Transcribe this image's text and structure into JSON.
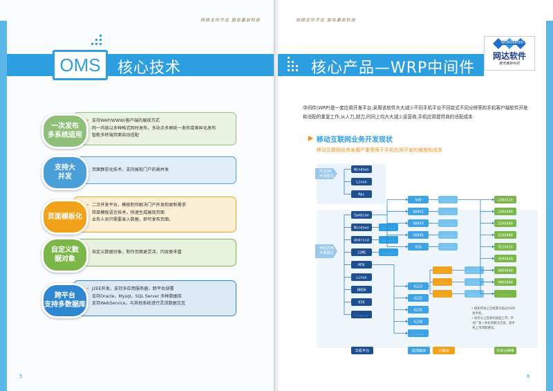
{
  "left_page": {
    "tagline": "网络无所不在 服务最新科技",
    "oms_label": "OMS",
    "title": "核心技术",
    "page_number": "5",
    "items": [
      {
        "pill": "一次发布\n多系统适用",
        "color": "#8fbf78",
        "card_bg": "#eaf3e1",
        "points": [
          "支持WAP/WWW/客户端的展现方式",
          "同一内容以多种格式同时发布，多站点多屏统一发布或差异化发布",
          "智能多终端页面自动适配"
        ]
      },
      {
        "pill": "支持大\n并发",
        "color": "#4a9fd8",
        "card_bg": "#e1eef8",
        "points": [
          "页面静态化技术，支持展现门户的高并发"
        ]
      },
      {
        "pill": "页面模板化",
        "color": "#f0a21a",
        "card_bg": "#fbefd6",
        "points": [
          "二次开发平台，模板制作解决门户开发和更新需求",
          "简单模板语言技术，快速生成展现页面",
          "业务人员只需要录入数据，即可发布页面。"
        ]
      },
      {
        "pill": "自定义数\n据对象",
        "color": "#7ab648",
        "card_bg": "#e8f2dc",
        "points": [
          "自定义数据对象，制作页面更灵活，内容更丰富"
        ]
      },
      {
        "pill": "跨平台\n支持多数据库",
        "color": "#2f86d1",
        "card_bg": "#dce9f7",
        "points": [
          "J2EE开发，支持多应用服务器，跨平台部署",
          "支持Oracle、Mysql、SQL Server 多种数据库",
          "支持WebService，与其他系统进行灵活数据交互"
        ]
      }
    ]
  },
  "right_page": {
    "tagline": "网络无所不在 服务最新科技",
    "title": "核心产品—WRP中间件",
    "page_number": "6",
    "logo": {
      "brand": "WONDERTEK",
      "name": "网达软件",
      "slogan": "服务最新科技"
    },
    "intro": "中间件(WRP)是一套应用开发平台,采用该软件大大减少不同手机平台不同款式不同分辨率的手机客户端软件开发和适配的重复工作,从人力,财力,时间上均大大减少运营商,手机应用提供商的适配成本",
    "section_title": "移动互联网业务开发现状",
    "section_subtitle": "移动互联网业务发展严重受限于手机应用开发的难度和成本",
    "diagram": {
      "pc_label": "PC应用\n开发模式",
      "mobile_label": "手机应用\n开发模式",
      "pc_platforms": [
        "Windows",
        "Linux",
        "Mac"
      ],
      "mobile_platforms": [
        "Symbian",
        "Windows",
        "Android",
        "J2ME",
        "MTK",
        "Linux",
        "BREW",
        "RTK",
        "......"
      ],
      "versions": [
        "S40",
        "S60V2",
        "S60V3",
        "S60V5",
        "UIQ",
        "6223",
        "6225",
        "6235",
        "6238",
        "......"
      ],
      "resolutions": [
        "240X320",
        "240X400",
        "320X480",
        "320X480",
        "352X416",
        "360X640",
        "480X640",
        "480X800",
        "......"
      ],
      "ellipsis": "......",
      "footer_labels": [
        "手机平台",
        "应用版本",
        "小版本",
        "不同分辨率"
      ],
      "note": "• 假如市场上已经累计超过5000款手机，\n• 每可以上百款的速度上市，平台厂家一体化的解决方案，使手机上市周期更短。"
    }
  }
}
